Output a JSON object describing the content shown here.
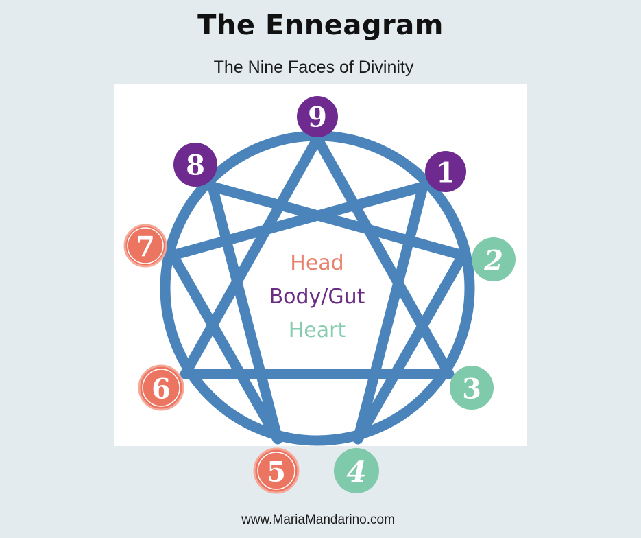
{
  "header": {
    "title": "The Enneagram",
    "subtitle": "The Nine Faces of Divinity"
  },
  "diagram": {
    "circle_color": "#4a84bb",
    "center_labels": {
      "head": {
        "text": "Head",
        "color": "#e8826e"
      },
      "body": {
        "text": "Body/Gut",
        "color": "#6b2d84"
      },
      "heart": {
        "text": "Heart",
        "color": "#86cdb0"
      }
    },
    "center_colors": {
      "head": "#e8826e",
      "body": "#6b2d84",
      "heart": "#86cdb0"
    },
    "badges": [
      {
        "number": "9",
        "center": "body",
        "color": "#6e2a8e"
      },
      {
        "number": "8",
        "center": "body",
        "color": "#6e2a8e"
      },
      {
        "number": "1",
        "center": "body",
        "color": "#6e2a8e"
      },
      {
        "number": "7",
        "center": "head",
        "color": "#ec7561"
      },
      {
        "number": "2",
        "center": "heart",
        "color": "#7fcaab"
      },
      {
        "number": "6",
        "center": "head",
        "color": "#ec7561"
      },
      {
        "number": "3",
        "center": "heart",
        "color": "#7fcaab"
      },
      {
        "number": "5",
        "center": "head",
        "color": "#ec7561"
      },
      {
        "number": "4",
        "center": "heart",
        "color": "#7fcaab"
      }
    ]
  },
  "footer": {
    "url_text": "www.MariaMandarino.com"
  }
}
